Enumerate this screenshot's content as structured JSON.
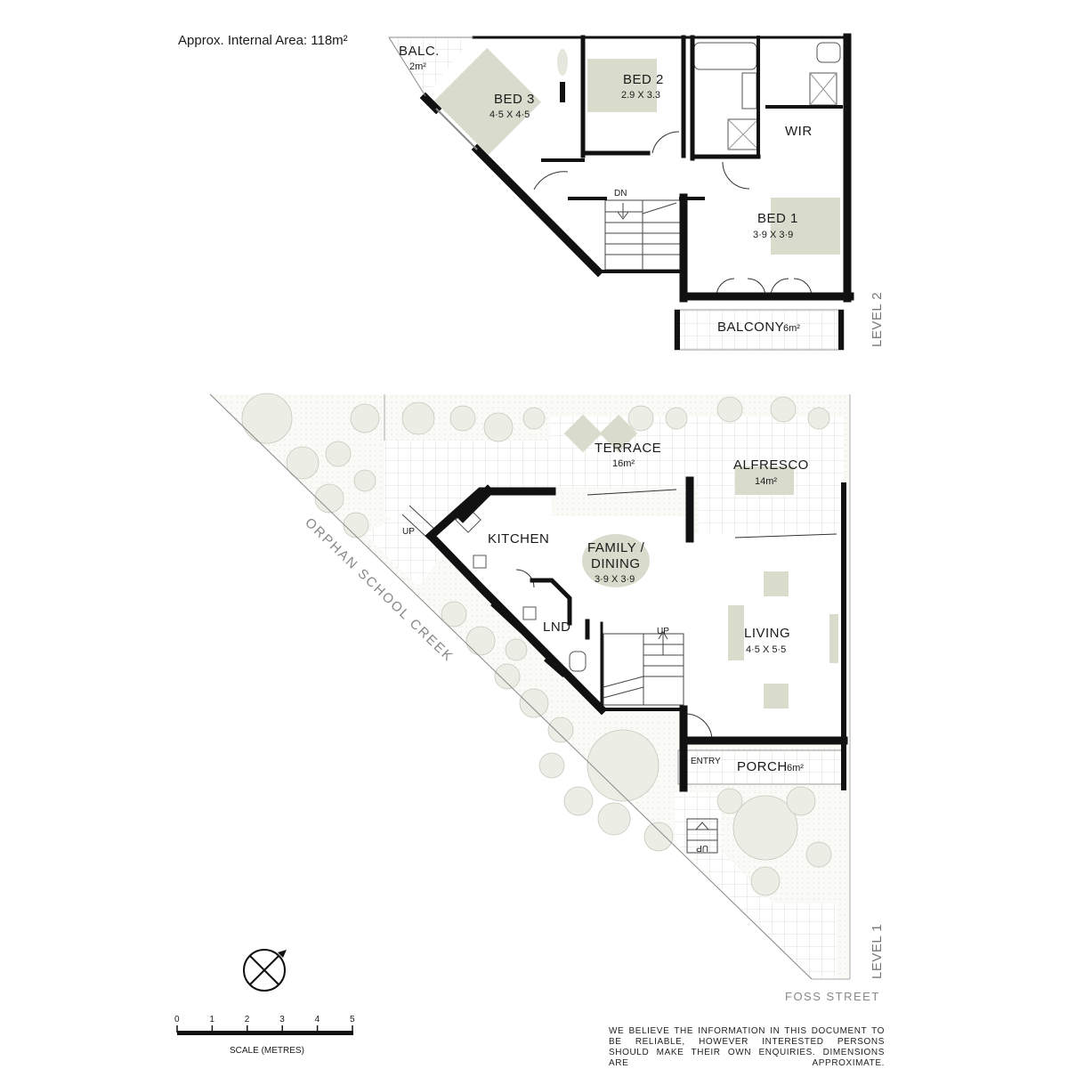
{
  "header": {
    "area": "Approx. Internal Area: 118m²"
  },
  "level2": {
    "label": "LEVEL 2",
    "rooms": {
      "balc_small": {
        "name": "BALC.",
        "dim": "2m²"
      },
      "bed3": {
        "name": "BED 3",
        "dim": "4·5 X 4·5"
      },
      "bed2": {
        "name": "BED 2",
        "dim": "2.9 X 3.3"
      },
      "wir": {
        "name": "WIR"
      },
      "bed1": {
        "name": "BED 1",
        "dim": "3·9 X 3·9"
      },
      "balcony": {
        "name": "BALCONY",
        "dim": "6m²"
      }
    },
    "stair": "DN"
  },
  "level1": {
    "label": "LEVEL 1",
    "rooms": {
      "terrace": {
        "name": "TERRACE",
        "dim": "16m²"
      },
      "alfresco": {
        "name": "ALFRESCO",
        "dim": "14m²"
      },
      "kitchen": {
        "name": "KITCHEN"
      },
      "family": {
        "name1": "FAMILY /",
        "name2": "DINING",
        "dim": "3·9 X 3·9"
      },
      "living": {
        "name": "LIVING",
        "dim": "4·5 X 5·5"
      },
      "lnd": {
        "name": "LND"
      },
      "entry": {
        "name": "ENTRY"
      },
      "porch": {
        "name": "PORCH",
        "dim": "6m²"
      }
    },
    "stairs": [
      "UP",
      "UP",
      "UP"
    ],
    "streets": {
      "creek": "ORPHAN SCHOOL CREEK",
      "foss": "FOSS STREET"
    }
  },
  "scale": {
    "title": "SCALE (METRES)",
    "ticks": [
      "0",
      "1",
      "2",
      "3",
      "4",
      "5"
    ]
  },
  "disclaimer": "WE BELIEVE THE INFORMATION IN THIS DOCUMENT TO BE RELIABLE, HOWEVER INTERESTED PERSONS SHOULD MAKE THEIR OWN ENQUIRIES. DIMENSIONS ARE APPROXIMATE.",
  "colors": {
    "wall": "#111111",
    "furniture": "#d9dccd",
    "landscape": "#eceee6",
    "line": "#bfc2b6"
  }
}
